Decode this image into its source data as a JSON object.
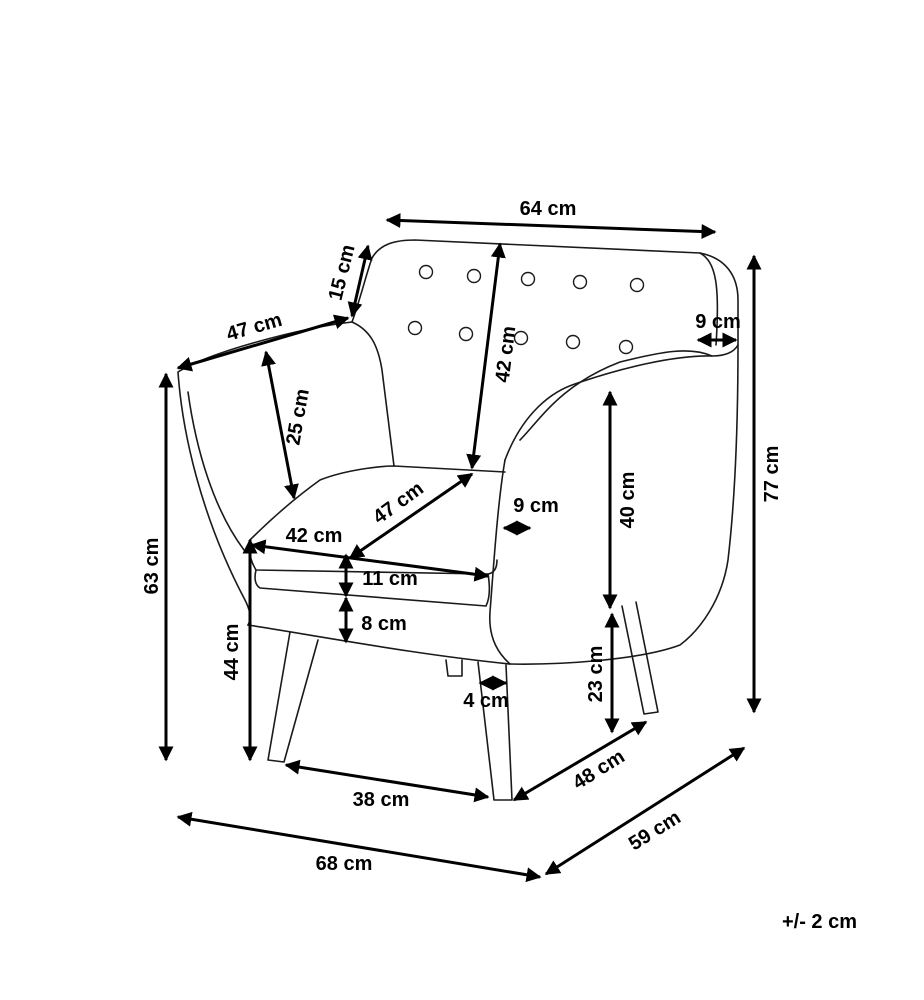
{
  "dimensions": {
    "top_width": "64 cm",
    "armrest_height": "15 cm",
    "arm_depth": "47 cm",
    "back_height": "42 cm",
    "arm_width": "9 cm",
    "overall_height": "77 cm",
    "arm_inner_height": "25 cm",
    "seat_height_total": "63 cm",
    "seat_depth": "47 cm",
    "arm_thickness": "9 cm",
    "arm_rise": "40 cm",
    "seat_width": "42 cm",
    "cushion_thickness": "11 cm",
    "base_thickness": "8 cm",
    "seat_height": "44 cm",
    "leg_height": "23 cm",
    "leg_thickness": "4 cm",
    "leg_span_front": "38 cm",
    "leg_span_side": "48 cm",
    "overall_width": "68 cm",
    "overall_depth": "59 cm"
  },
  "tolerance": "+/- 2 cm",
  "colors": {
    "line": "#1a1a1a",
    "dimension": "#000000",
    "background": "#ffffff"
  }
}
